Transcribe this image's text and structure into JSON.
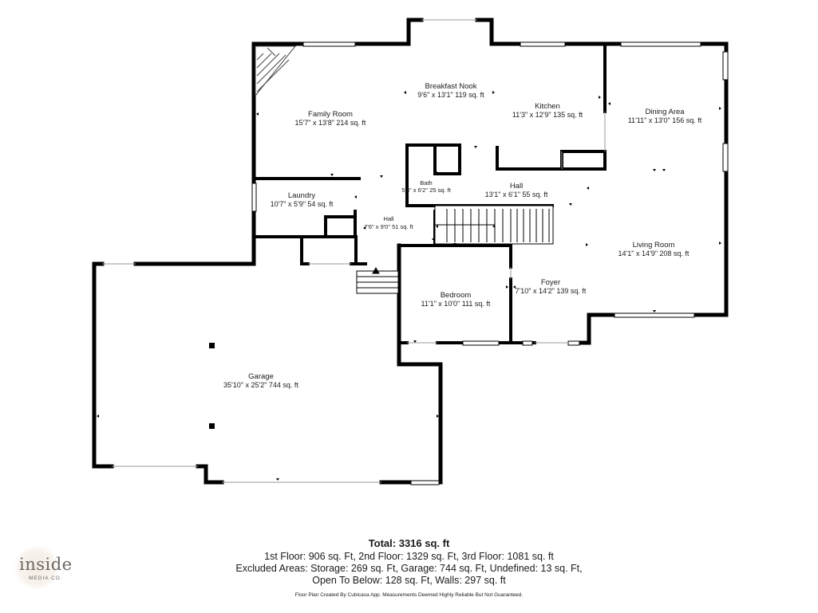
{
  "rooms": [
    {
      "id": "family-room",
      "name": "Family Room",
      "dims": "15'7\" x 13'8\" 214 sq. ft"
    },
    {
      "id": "breakfast-nook",
      "name": "Breakfast Nook",
      "dims": "9'6\" x 13'1\" 119 sq. ft"
    },
    {
      "id": "kitchen",
      "name": "Kitchen",
      "dims": "11'3\" x 12'9\" 135 sq. ft"
    },
    {
      "id": "dining-area",
      "name": "Dining Area",
      "dims": "11'11\" x 13'0\" 156 sq. ft"
    },
    {
      "id": "laundry",
      "name": "Laundry",
      "dims": "10'7\" x 5'9\" 54 sq. ft"
    },
    {
      "id": "bath",
      "name": "Bath",
      "dims": "5'3\" x 6'2\" 25 sq. ft"
    },
    {
      "id": "hall-upper",
      "name": "Hall",
      "dims": "13'1\" x 6'1\" 55 sq. ft"
    },
    {
      "id": "hall-lower",
      "name": "Hall",
      "dims": "7'6\" x 9'0\" 51 sq. ft"
    },
    {
      "id": "living-room",
      "name": "Living Room",
      "dims": "14'1\" x 14'9\" 208 sq. ft"
    },
    {
      "id": "foyer",
      "name": "Foyer",
      "dims": "7'10\" x 14'2\" 139 sq. ft"
    },
    {
      "id": "bedroom",
      "name": "Bedroom",
      "dims": "11'1\" x 10'0\" 111 sq. ft"
    },
    {
      "id": "garage",
      "name": "Garage",
      "dims": "35'10\" x 25'2\" 744 sq. ft"
    }
  ],
  "summary": {
    "total": "Total: 3316 sq. ft",
    "line1": "1st Floor: 906 sq. Ft, 2nd Floor: 1329 sq. Ft, 3rd Floor: 1081 sq. ft",
    "line2": "Excluded Areas: Storage: 269 sq. Ft, Garage: 744 sq. Ft, Undefined: 13 sq. Ft,",
    "line3": "Open To Below: 128 sq. Ft, Walls: 297 sq. ft",
    "credit": "Floor Plan Created By Cubicasa App. Measurements Deemed Highly Reliable But Not Guaranteed."
  },
  "logo": {
    "word": "inside",
    "sub": "MEDIA CO."
  }
}
